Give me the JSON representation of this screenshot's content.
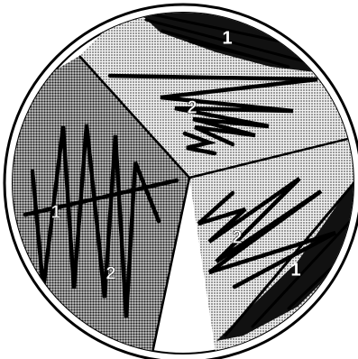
{
  "zone_labels": {
    "top_band": "1",
    "top_sector": "2",
    "right_sector": "2",
    "left_sector_primary": "1",
    "left_sector_secondary": "2",
    "bottom_right_band": "1"
  },
  "colors": {
    "background": "#ffffff",
    "outline": "#000000",
    "shade_light": "#e6e6e6",
    "shade_dark": "#9a9a9a",
    "streak": "#000000",
    "label_text": "#ffffff"
  }
}
